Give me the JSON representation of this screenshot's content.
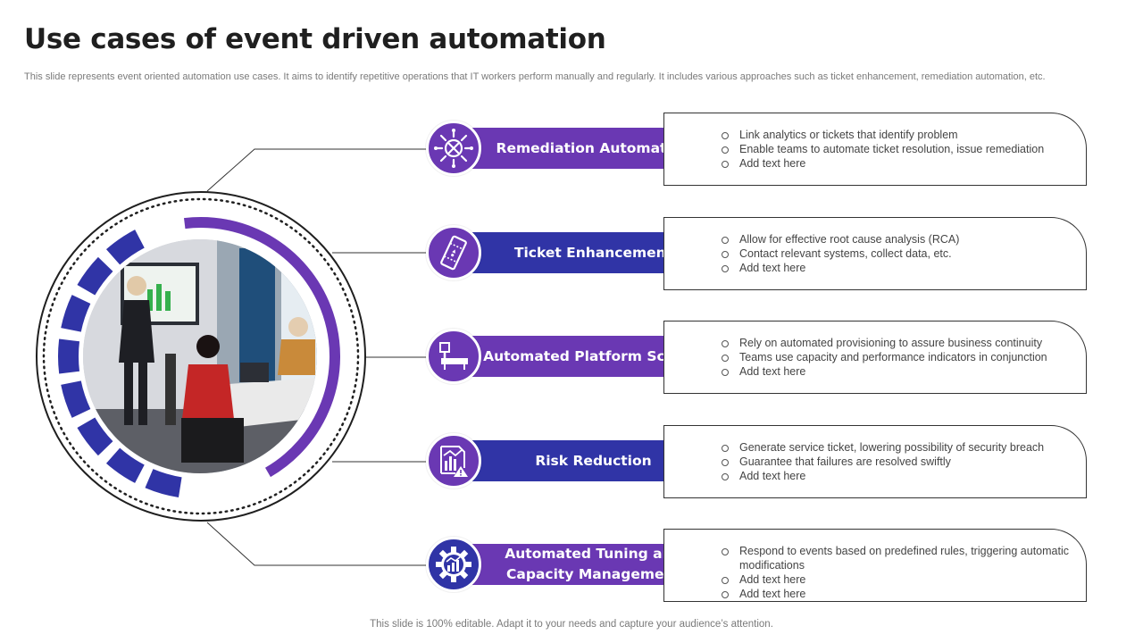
{
  "page": {
    "title": "Use cases of event driven automation",
    "subtitle": "This slide represents event oriented automation use cases. It aims to identify repetitive operations that IT workers perform manually and regularly. It includes various approaches such as ticket enhancement, remediation automation, etc.",
    "footer": "This slide is 100% editable. Adapt it to your needs and capture your audience’s attention."
  },
  "colors": {
    "purple": "#6a38b3",
    "blue": "#3034a6",
    "ring_dark": "#1f1f1f"
  },
  "use_cases": [
    {
      "title": "Remediation Automation",
      "icon": "gear-tools-icon",
      "color": "purple",
      "bullets": [
        "Link analytics or tickets that identify problem",
        "Enable teams to automate ticket resolution, issue remediation",
        "Add text here"
      ]
    },
    {
      "title": "Ticket Enhancement",
      "icon": "ticket-icon",
      "color": "blue",
      "bullets": [
        "Allow for effective root cause analysis (RCA)",
        "Contact relevant systems, collect data, etc.",
        "Add text here"
      ]
    },
    {
      "title": "Automated Platform Scaling",
      "icon": "scale-icon",
      "color": "purple",
      "bullets": [
        "Rely on automated provisioning to assure business continuity",
        "Teams use capacity and performance indicators in conjunction",
        "Add text here"
      ]
    },
    {
      "title": "Risk Reduction",
      "icon": "risk-chart-icon",
      "color": "blue",
      "bullets": [
        "Generate service ticket, lowering possibility of security breach",
        "Guarantee that failures are resolved swiftly",
        "Add text here"
      ]
    },
    {
      "title": "Automated Tuning and Capacity Management",
      "icon": "gear-chart-icon",
      "color": "purple",
      "bullets": [
        "Respond to events based on predefined rules, triggering automatic modifications",
        "Add text here",
        "Add text here"
      ]
    }
  ]
}
